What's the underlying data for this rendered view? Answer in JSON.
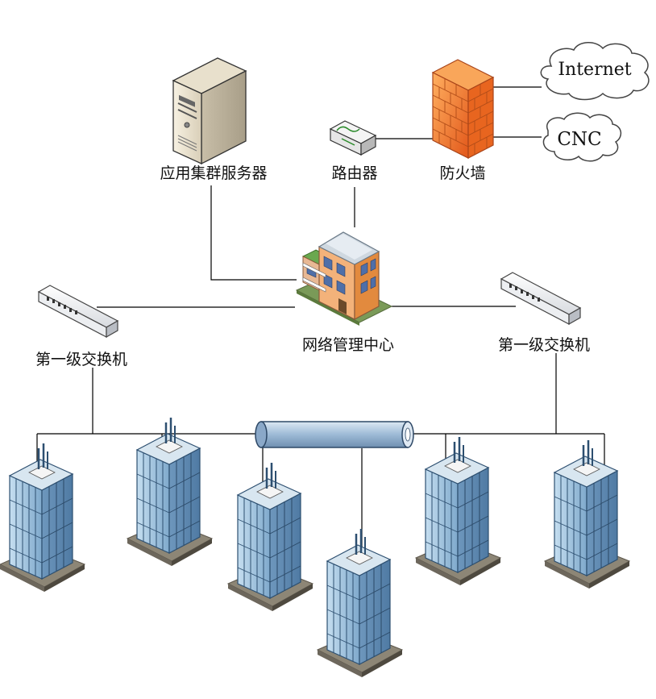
{
  "nodes": {
    "server": {
      "label": "应用集群服务器",
      "icon": "server-tower-icon"
    },
    "router": {
      "label": "路由器",
      "icon": "router-icon"
    },
    "firewall": {
      "label": "防火墙",
      "icon": "firewall-brick-wall-icon"
    },
    "internet": {
      "label": "Internet",
      "icon": "cloud-icon"
    },
    "cnc": {
      "label": "CNC",
      "icon": "cloud-icon"
    },
    "center": {
      "label": "网络管理中心",
      "icon": "office-building-icon"
    },
    "switch_left": {
      "label": "第一级交换机",
      "icon": "network-switch-icon"
    },
    "switch_right": {
      "label": "第一级交换机",
      "icon": "network-switch-icon"
    },
    "backbone": {
      "icon": "backbone-pipe-icon"
    },
    "buildings": {
      "count": 6,
      "icon": "office-tower-icon"
    }
  },
  "colors": {
    "firewall": "#f07a2a",
    "pipe": "#a9c4de",
    "tower_glass": "#9fc5e2",
    "center_wall": "#f0a060"
  }
}
